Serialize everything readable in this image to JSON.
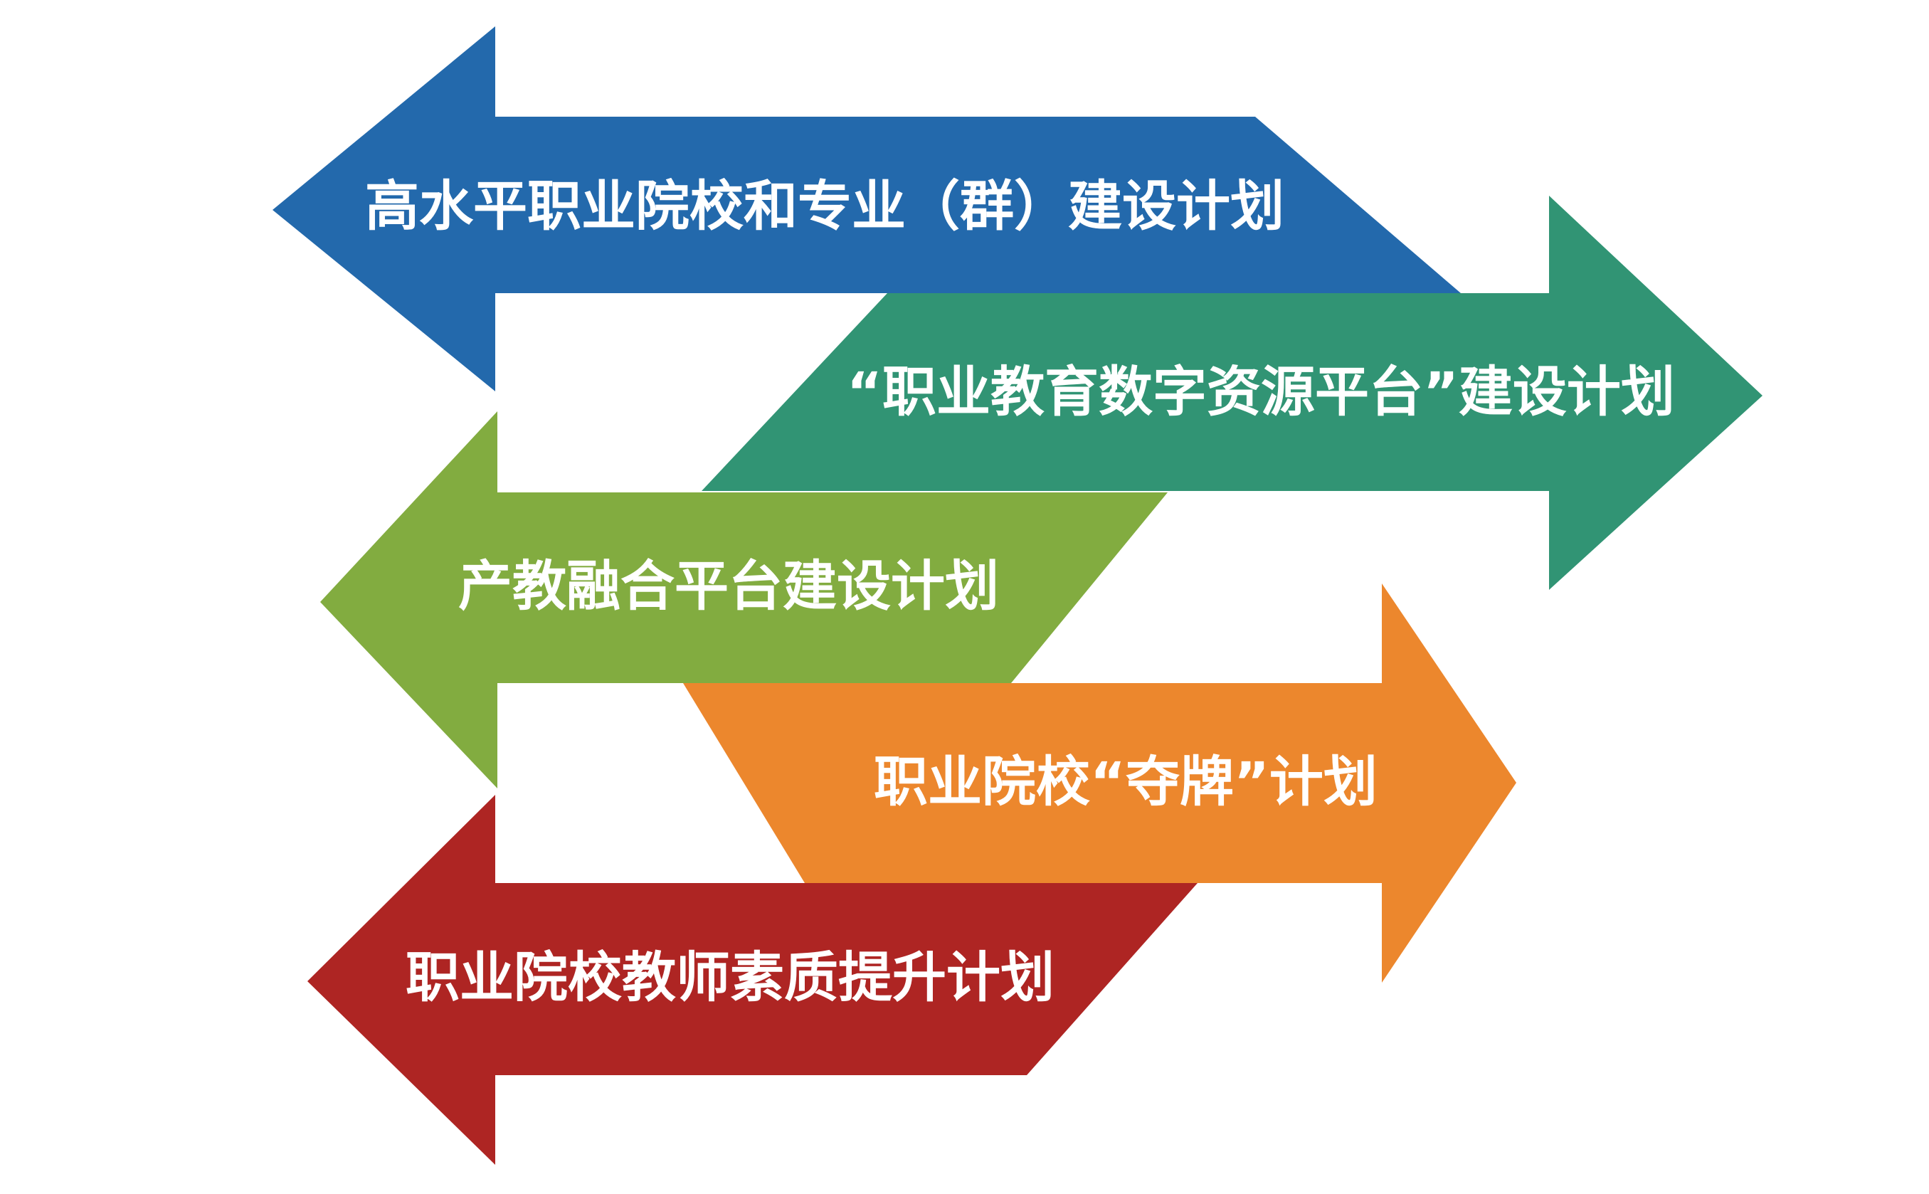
{
  "arrows": [
    {
      "label": "高水平职业院校和专业（群）建设计划",
      "direction": "left",
      "color": "#2369AC"
    },
    {
      "label": "“职业教育数字资源平台”建设计划",
      "direction": "right",
      "color": "#319474"
    },
    {
      "label": "产教融合平台建设计划",
      "direction": "left",
      "color": "#82AC40"
    },
    {
      "label": "职业院校“夺牌”计划",
      "direction": "right",
      "color": "#EC872D"
    },
    {
      "label": "职业院校教师素质提升计划",
      "direction": "left",
      "color": "#AE2523"
    }
  ]
}
